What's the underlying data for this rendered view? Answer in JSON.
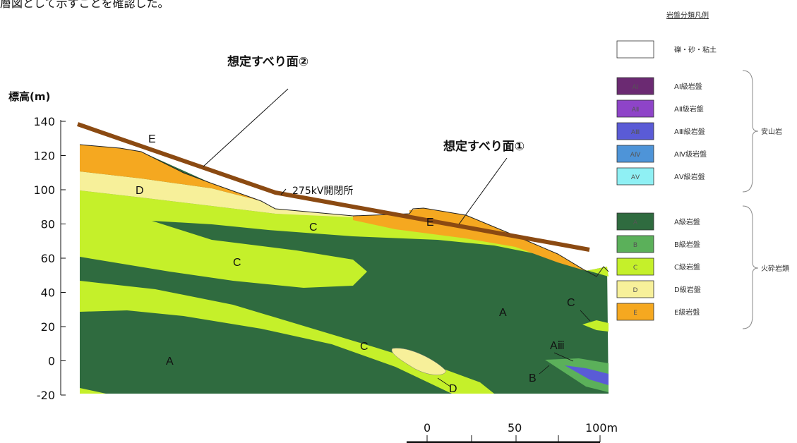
{
  "header_text": "層図として示すことを確認した。",
  "legend_title": "岩盤分類凡例",
  "y_axis": {
    "label": "標高(m)",
    "ticks": [
      "140",
      "120",
      "100",
      "80",
      "60",
      "40",
      "20",
      "0",
      "-20"
    ]
  },
  "slip_surfaces": {
    "surface_1": "想定すべり面①",
    "surface_2": "想定すべり面②"
  },
  "facility_label": "275kV開閉所",
  "zone_labels": {
    "e_top": "E",
    "d_top": "D",
    "c_upper": "C",
    "c_middle": "C",
    "c_lower": "C",
    "c_right": "C",
    "a_right": "A",
    "a_left": "A",
    "a3": "Aⅲ",
    "b": "B",
    "d_lens": "D",
    "e_mid": "E"
  },
  "scale_bar": {
    "ticks": [
      "0",
      "50",
      "100m"
    ]
  },
  "legend": {
    "items": [
      {
        "code": "",
        "label": "礫・砂・粘土",
        "color": "#ffffff"
      },
      {
        "code": "AⅠ",
        "label": "AⅠ級岩盤",
        "color": "#6b2a72"
      },
      {
        "code": "AⅡ",
        "label": "AⅡ級岩盤",
        "color": "#8e44c8"
      },
      {
        "code": "AⅢ",
        "label": "AⅢ級岩盤",
        "color": "#5a5bd6"
      },
      {
        "code": "AⅣ",
        "label": "AⅣ級岩盤",
        "color": "#4e94d8"
      },
      {
        "code": "AⅤ",
        "label": "AⅤ級岩盤",
        "color": "#8ff0f4"
      },
      {
        "code": "A",
        "label": "A級岩盤",
        "color": "#2f6b3f"
      },
      {
        "code": "B",
        "label": "B級岩盤",
        "color": "#5bb05a"
      },
      {
        "code": "C",
        "label": "C級岩盤",
        "color": "#c5f02a"
      },
      {
        "code": "D",
        "label": "D級岩盤",
        "color": "#f7f09a"
      },
      {
        "code": "E",
        "label": "E級岩盤",
        "color": "#f5a820"
      }
    ],
    "group_andesite": "安山岩",
    "group_pyroclastic": "火砕岩類"
  },
  "colors": {
    "A": "#2f6b3f",
    "B": "#5bb05a",
    "C": "#c5f02a",
    "D": "#f7f09a",
    "E": "#f5a820",
    "slip_line": "#8b4a12"
  }
}
